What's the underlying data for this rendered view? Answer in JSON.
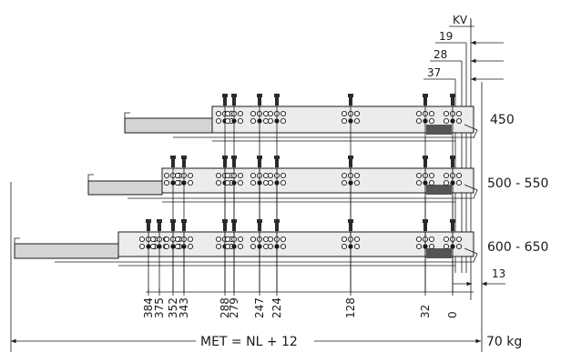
{
  "top_dimensions": [
    {
      "label": "KV"
    },
    {
      "label": "19"
    },
    {
      "label": "28"
    },
    {
      "label": "37"
    }
  ],
  "rows": [
    {
      "length_label": "450"
    },
    {
      "length_label": "500 - 550"
    },
    {
      "length_label": "600 - 650"
    }
  ],
  "bottom_dimensions": [
    "384",
    "375",
    "352",
    "343",
    "288",
    "279",
    "247",
    "224",
    "128",
    "32",
    "0"
  ],
  "right_offset": "13",
  "total_length": "MET = NL + 12",
  "load_capacity": "70 kg"
}
